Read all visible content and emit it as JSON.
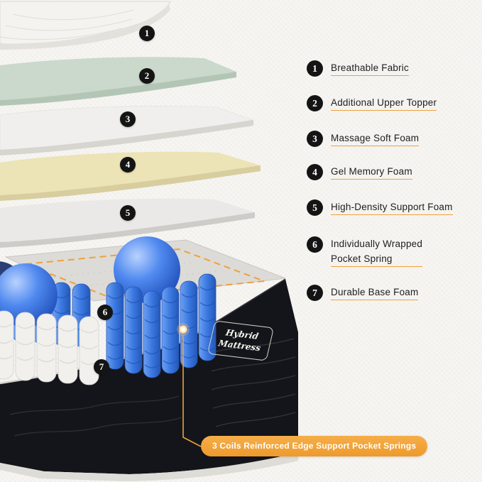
{
  "legend": {
    "items": [
      {
        "num": "1",
        "line1": "Breathable Fabric"
      },
      {
        "num": "2",
        "line1": "Additional Upper Topper"
      },
      {
        "num": "3",
        "line1": "Massage Soft Foam"
      },
      {
        "num": "4",
        "line1": "Gel Memory Foam"
      },
      {
        "num": "5",
        "line1": "High-Density Support Foam"
      },
      {
        "num": "6",
        "line1": "Individually Wrapped",
        "line2": "Pocket Spring"
      },
      {
        "num": "7",
        "line1": "Durable Base Foam"
      }
    ]
  },
  "diagram": {
    "badges": [
      "1",
      "2",
      "3",
      "4",
      "5",
      "6",
      "7"
    ],
    "side_label": {
      "line1": "Hybrid",
      "line2": "Mattress"
    }
  },
  "callout": {
    "text": "3 Coils Reinforced Edge Support Pocket Springs"
  },
  "colors": {
    "accent": "#F0A03C",
    "badge_bg": "#141414",
    "layer_green": "#CBD9CC",
    "layer_cream": "#ECE3B6",
    "spring_blue": "#3A78E0",
    "base_black": "#14151A"
  }
}
